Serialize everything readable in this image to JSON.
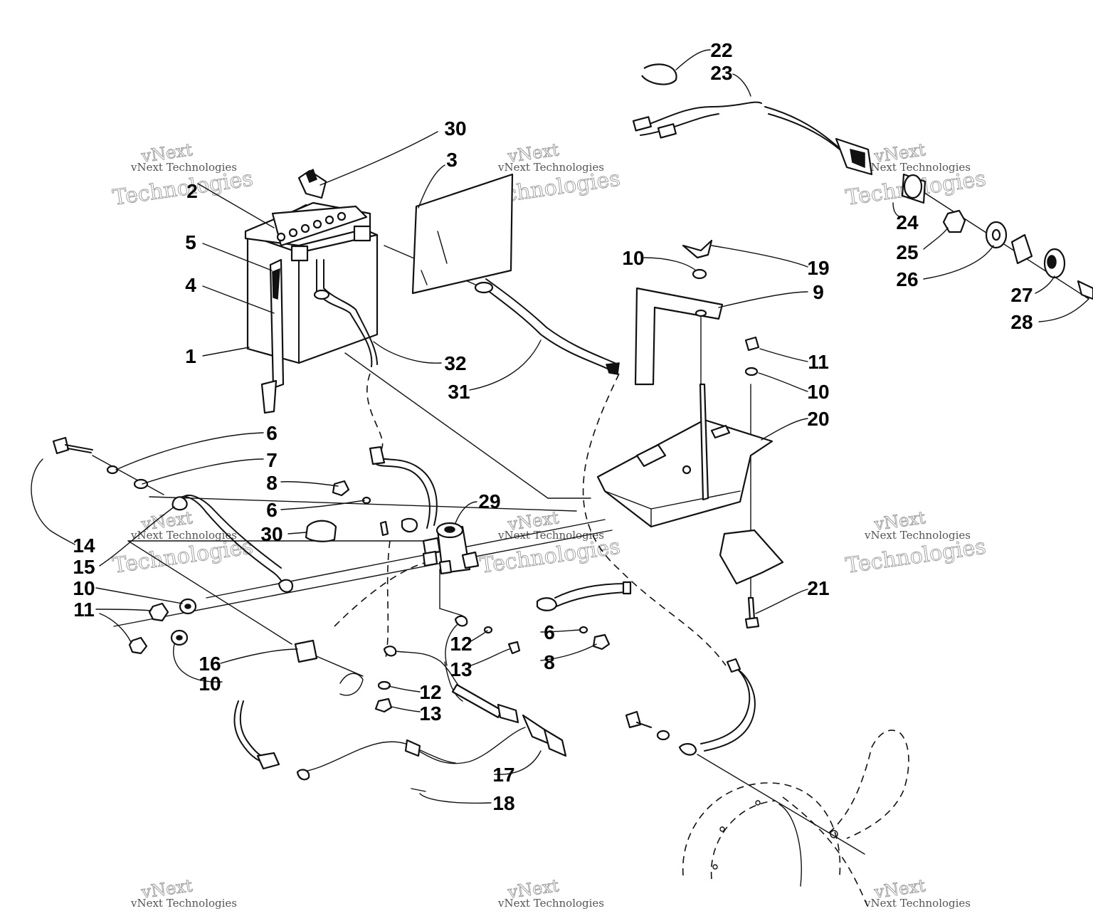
{
  "watermark": {
    "brand_top": "vNext",
    "brand_line": "vNext Technologies",
    "brand_bottom": "Technologies"
  },
  "callouts": [
    {
      "id": "c1",
      "label": "1"
    },
    {
      "id": "c2",
      "label": "2"
    },
    {
      "id": "c3",
      "label": "3"
    },
    {
      "id": "c4",
      "label": "4"
    },
    {
      "id": "c5",
      "label": "5"
    },
    {
      "id": "c6a",
      "label": "6"
    },
    {
      "id": "c6b",
      "label": "6"
    },
    {
      "id": "c6c",
      "label": "6"
    },
    {
      "id": "c7",
      "label": "7"
    },
    {
      "id": "c8a",
      "label": "8"
    },
    {
      "id": "c8b",
      "label": "8"
    },
    {
      "id": "c9",
      "label": "9"
    },
    {
      "id": "c10a",
      "label": "10"
    },
    {
      "id": "c10b",
      "label": "10"
    },
    {
      "id": "c10c",
      "label": "10"
    },
    {
      "id": "c10d",
      "label": "10"
    },
    {
      "id": "c11a",
      "label": "11"
    },
    {
      "id": "c11b",
      "label": "11"
    },
    {
      "id": "c12a",
      "label": "12"
    },
    {
      "id": "c12b",
      "label": "12"
    },
    {
      "id": "c13a",
      "label": "13"
    },
    {
      "id": "c13b",
      "label": "13"
    },
    {
      "id": "c14",
      "label": "14"
    },
    {
      "id": "c15",
      "label": "15"
    },
    {
      "id": "c16",
      "label": "16"
    },
    {
      "id": "c17",
      "label": "17"
    },
    {
      "id": "c18",
      "label": "18"
    },
    {
      "id": "c19",
      "label": "19"
    },
    {
      "id": "c20",
      "label": "20"
    },
    {
      "id": "c21",
      "label": "21"
    },
    {
      "id": "c22",
      "label": "22"
    },
    {
      "id": "c23",
      "label": "23"
    },
    {
      "id": "c24",
      "label": "24"
    },
    {
      "id": "c25",
      "label": "25"
    },
    {
      "id": "c26",
      "label": "26"
    },
    {
      "id": "c27",
      "label": "27"
    },
    {
      "id": "c28",
      "label": "28"
    },
    {
      "id": "c29",
      "label": "29"
    },
    {
      "id": "c30a",
      "label": "30"
    },
    {
      "id": "c30b",
      "label": "30"
    },
    {
      "id": "c31",
      "label": "31"
    },
    {
      "id": "c32",
      "label": "32"
    }
  ]
}
